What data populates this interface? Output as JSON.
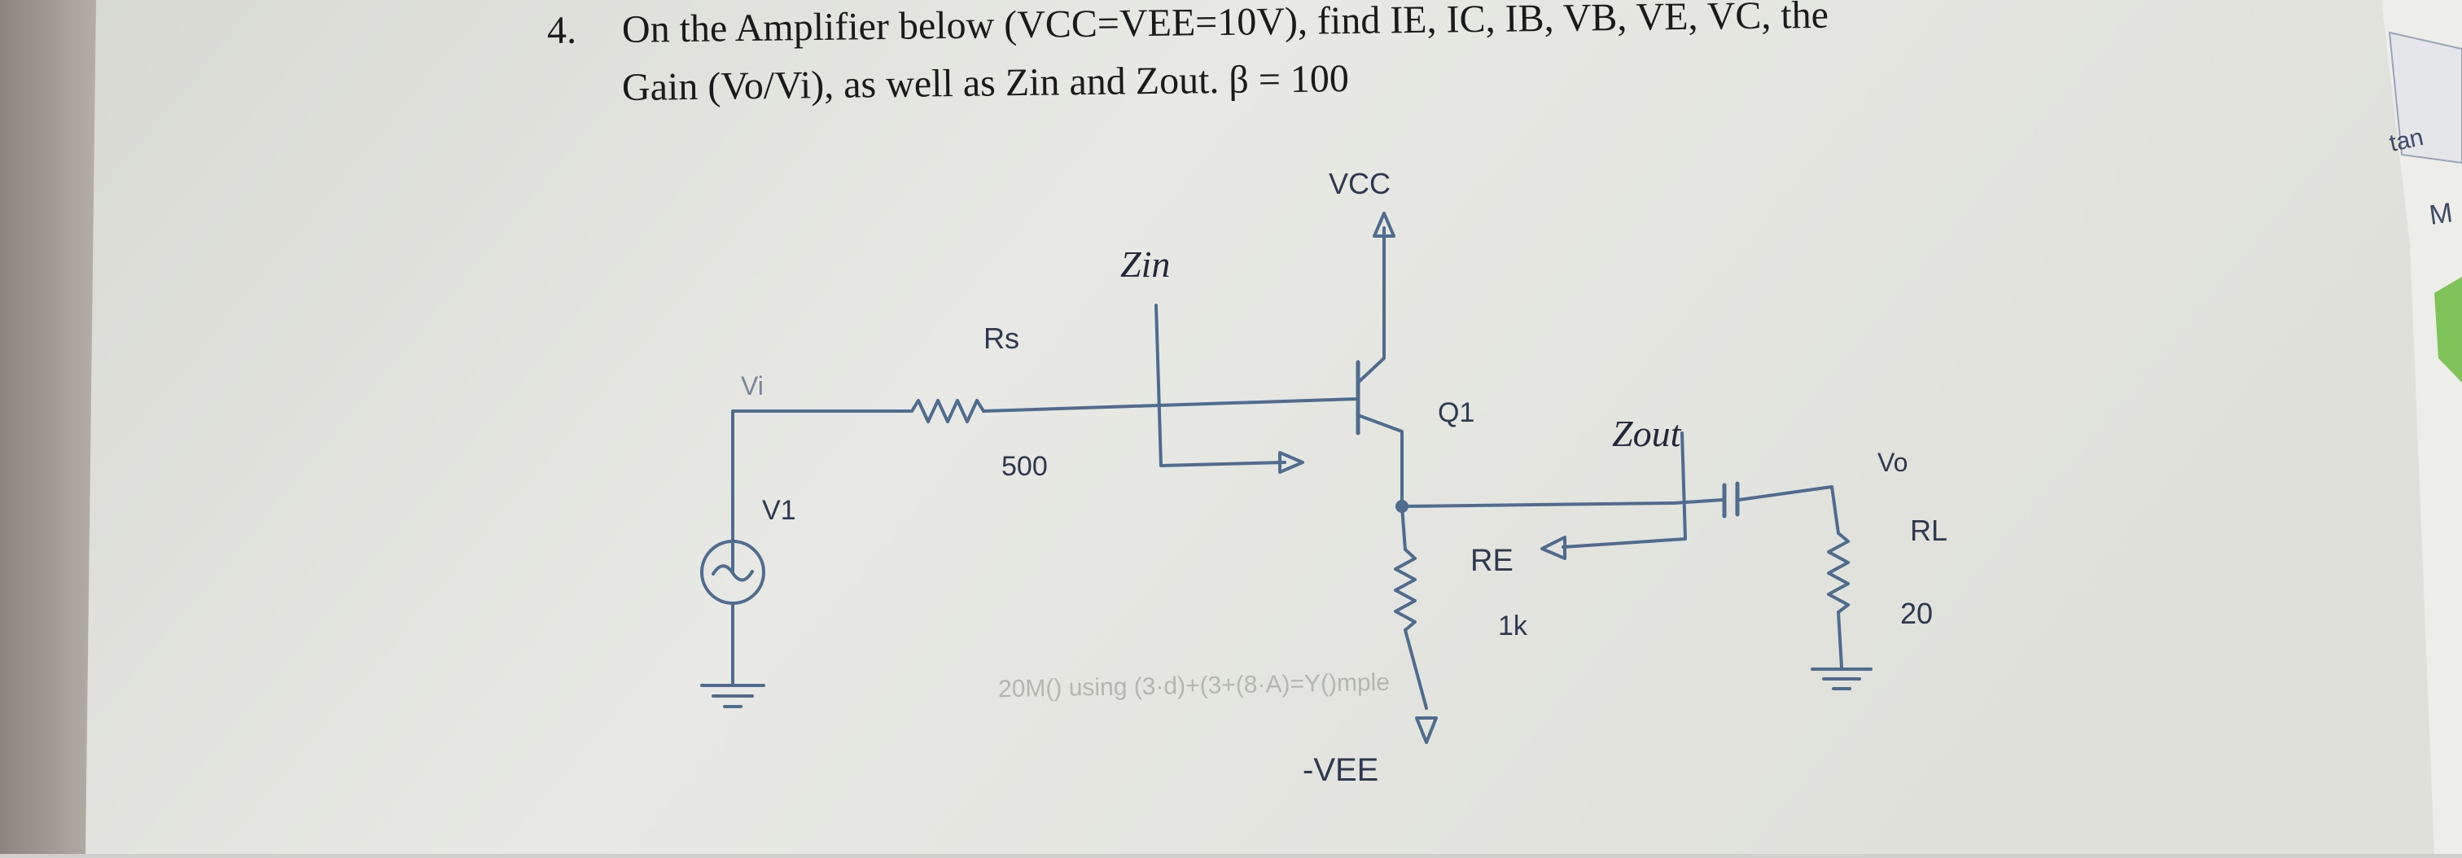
{
  "question": {
    "number": "4.",
    "line1": "On the Amplifier below (VCC=VEE=10V), find IE, IC, IB, VB, VE, VC, the",
    "line2": "Gain (Vo/Vi), as well as Zin and Zout. β = 100"
  },
  "circuit": {
    "vcc_label": "VCC",
    "vee_label": "-VEE",
    "zin_label": "Zin",
    "zout_label": "Zout",
    "rs_label": "Rs",
    "rs_value": "500",
    "vi_label": "Vi",
    "v1_label": "V1",
    "q1_label": "Q1",
    "re_label": "RE",
    "re_value": "1k",
    "rl_label": "RL",
    "rl_value": "20",
    "vo_label": "Vo"
  },
  "bleed_through_text": "20M() using (3·d)+(3+(8·A)=Y()mple",
  "side_notes": {
    "tab1": "tan",
    "tab2": "M"
  },
  "colors": {
    "desk": "#cfd0cc",
    "paper": "#e6e7e1",
    "wire": "#4f6b8e",
    "ink": "#1a1a1a",
    "label_ink": "#2e3850"
  }
}
